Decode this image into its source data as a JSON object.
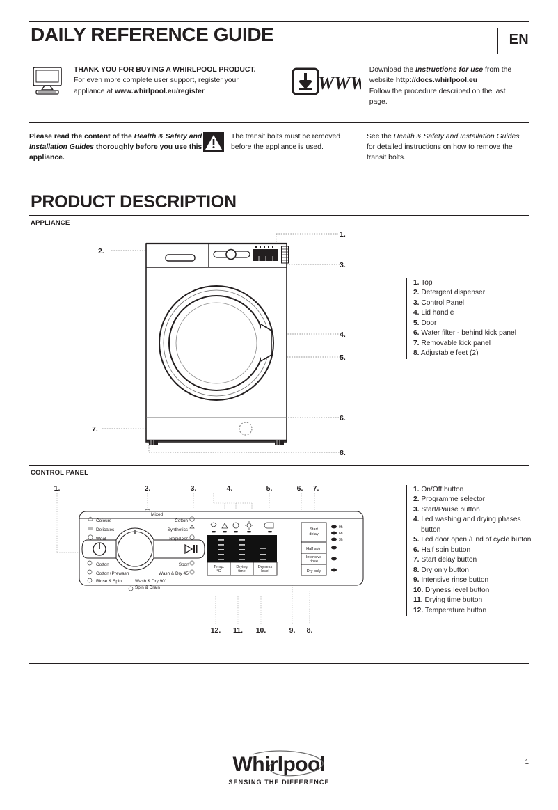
{
  "header": {
    "title": "DAILY REFERENCE GUIDE",
    "language": "EN"
  },
  "intro": {
    "register": {
      "icon": "monitor-icon",
      "headline": "THANK YOU FOR BUYING A WHIRLPOOL PRODUCT.",
      "line1": "For even more complete user support, register your",
      "line2_prefix": "appliance at ",
      "line2_bold": "www.whirlpool.eu/register"
    },
    "download": {
      "icon": "www-download-icon",
      "icon_text": "WWW",
      "line1_prefix": "Download the ",
      "line1_italic": "Instructions for use",
      "line1_suffix": " from the",
      "line2_prefix": "website ",
      "line2_bold": "http://docs.whirlpool.eu",
      "line3": "Follow the procedure described on the last",
      "line4": "page."
    }
  },
  "safety": {
    "read_notice": {
      "part1": "Please read the content of the ",
      "italic1": "Health & Safety and Installation Guides",
      "part2": " thoroughly before you use this appliance."
    },
    "transit": {
      "icon": "warning-triangle-icon",
      "line1": "The transit bolts must be removed",
      "line2": "before the appliance is used."
    },
    "see_guides": {
      "part1": "See the ",
      "italic1": "Health & Safety and Installation Guides",
      "part2": " for detailed instructions on how to remove the transit bolts."
    }
  },
  "product_description": {
    "heading": "PRODUCT DESCRIPTION",
    "appliance_label": "APPLIANCE",
    "control_panel_label": "CONTROL PANEL",
    "appliance_callouts": [
      "1.",
      "2.",
      "3.",
      "4.",
      "5.",
      "6.",
      "7.",
      "8."
    ],
    "appliance_legend": [
      {
        "num": "1.",
        "label": "Top"
      },
      {
        "num": "2.",
        "label": "Detergent dispenser"
      },
      {
        "num": "3.",
        "label": "Control Panel"
      },
      {
        "num": "4.",
        "label": "Lid handle"
      },
      {
        "num": "5.",
        "label": "Door"
      },
      {
        "num": "6.",
        "label": "Water filter - behind kick panel"
      },
      {
        "num": "7.",
        "label": "Removable kick panel"
      },
      {
        "num": "8.",
        "label": "Adjustable feet (2)"
      }
    ],
    "control_panel_callouts_top": [
      "1.",
      "2.",
      "3.",
      "4.",
      "5.",
      "6.",
      "7."
    ],
    "control_panel_callouts_bottom": [
      "12.",
      "11.",
      "10.",
      "9.",
      "8."
    ],
    "control_panel_legend": [
      {
        "num": "1.",
        "label": "On/Off button"
      },
      {
        "num": "2.",
        "label": "Programme selector"
      },
      {
        "num": "3.",
        "label": "Start/Pause button"
      },
      {
        "num": "4.",
        "label": "Led washing and drying phases button"
      },
      {
        "num": "5.",
        "label": "Led door open /End of cycle button"
      },
      {
        "num": "6.",
        "label": "Half spin button"
      },
      {
        "num": "7.",
        "label": "Start delay button"
      },
      {
        "num": "8.",
        "label": "Dry only button"
      },
      {
        "num": "9.",
        "label": "Intensive rinse button"
      },
      {
        "num": "10.",
        "label": "Dryness level button"
      },
      {
        "num": "11.",
        "label": "Drying time button"
      },
      {
        "num": "12.",
        "label": "Temperature button"
      }
    ]
  },
  "control_panel_diagram": {
    "programmes_left": [
      "Colours",
      "Delicates",
      "Wool"
    ],
    "programmes_top": [
      "Mixed"
    ],
    "programmes_right": [
      "Cotton",
      "Synthetics",
      "Rapid 30'"
    ],
    "programmes_bottom_left": [
      "Cotton",
      "Cotton+Prewash",
      "Rinse & Spin"
    ],
    "programmes_bottom_center": [
      "Wash & Dry 90'",
      "Spin & Drain"
    ],
    "programmes_bottom_right": [
      "Sport",
      "Wash & Dry 45'"
    ],
    "display_buttons": [
      {
        "line1": "Temp.",
        "line2": "°C"
      },
      {
        "line1": "Drying",
        "line2": "time"
      },
      {
        "line1": "Dryness",
        "line2": "level"
      }
    ],
    "option_buttons": [
      {
        "line1": "Start",
        "line2": "delay"
      },
      {
        "line1": "Half spin",
        "line2": ""
      },
      {
        "line1": "Intensive",
        "line2": "rinse"
      },
      {
        "line1": "Dry only",
        "line2": ""
      }
    ],
    "delay_leds": [
      "9h",
      "6h",
      "3h"
    ],
    "phase_icons": [
      "wash-icon",
      "rinse-icon",
      "spin-icon",
      "dry-icon",
      "door-open-icon"
    ],
    "power_icon": "power-icon",
    "start_icon": "start-pause-icon"
  },
  "footer": {
    "logo_name": "Whirlpool",
    "logo_tagline": "SENSING THE DIFFERENCE",
    "page_number": "1"
  }
}
